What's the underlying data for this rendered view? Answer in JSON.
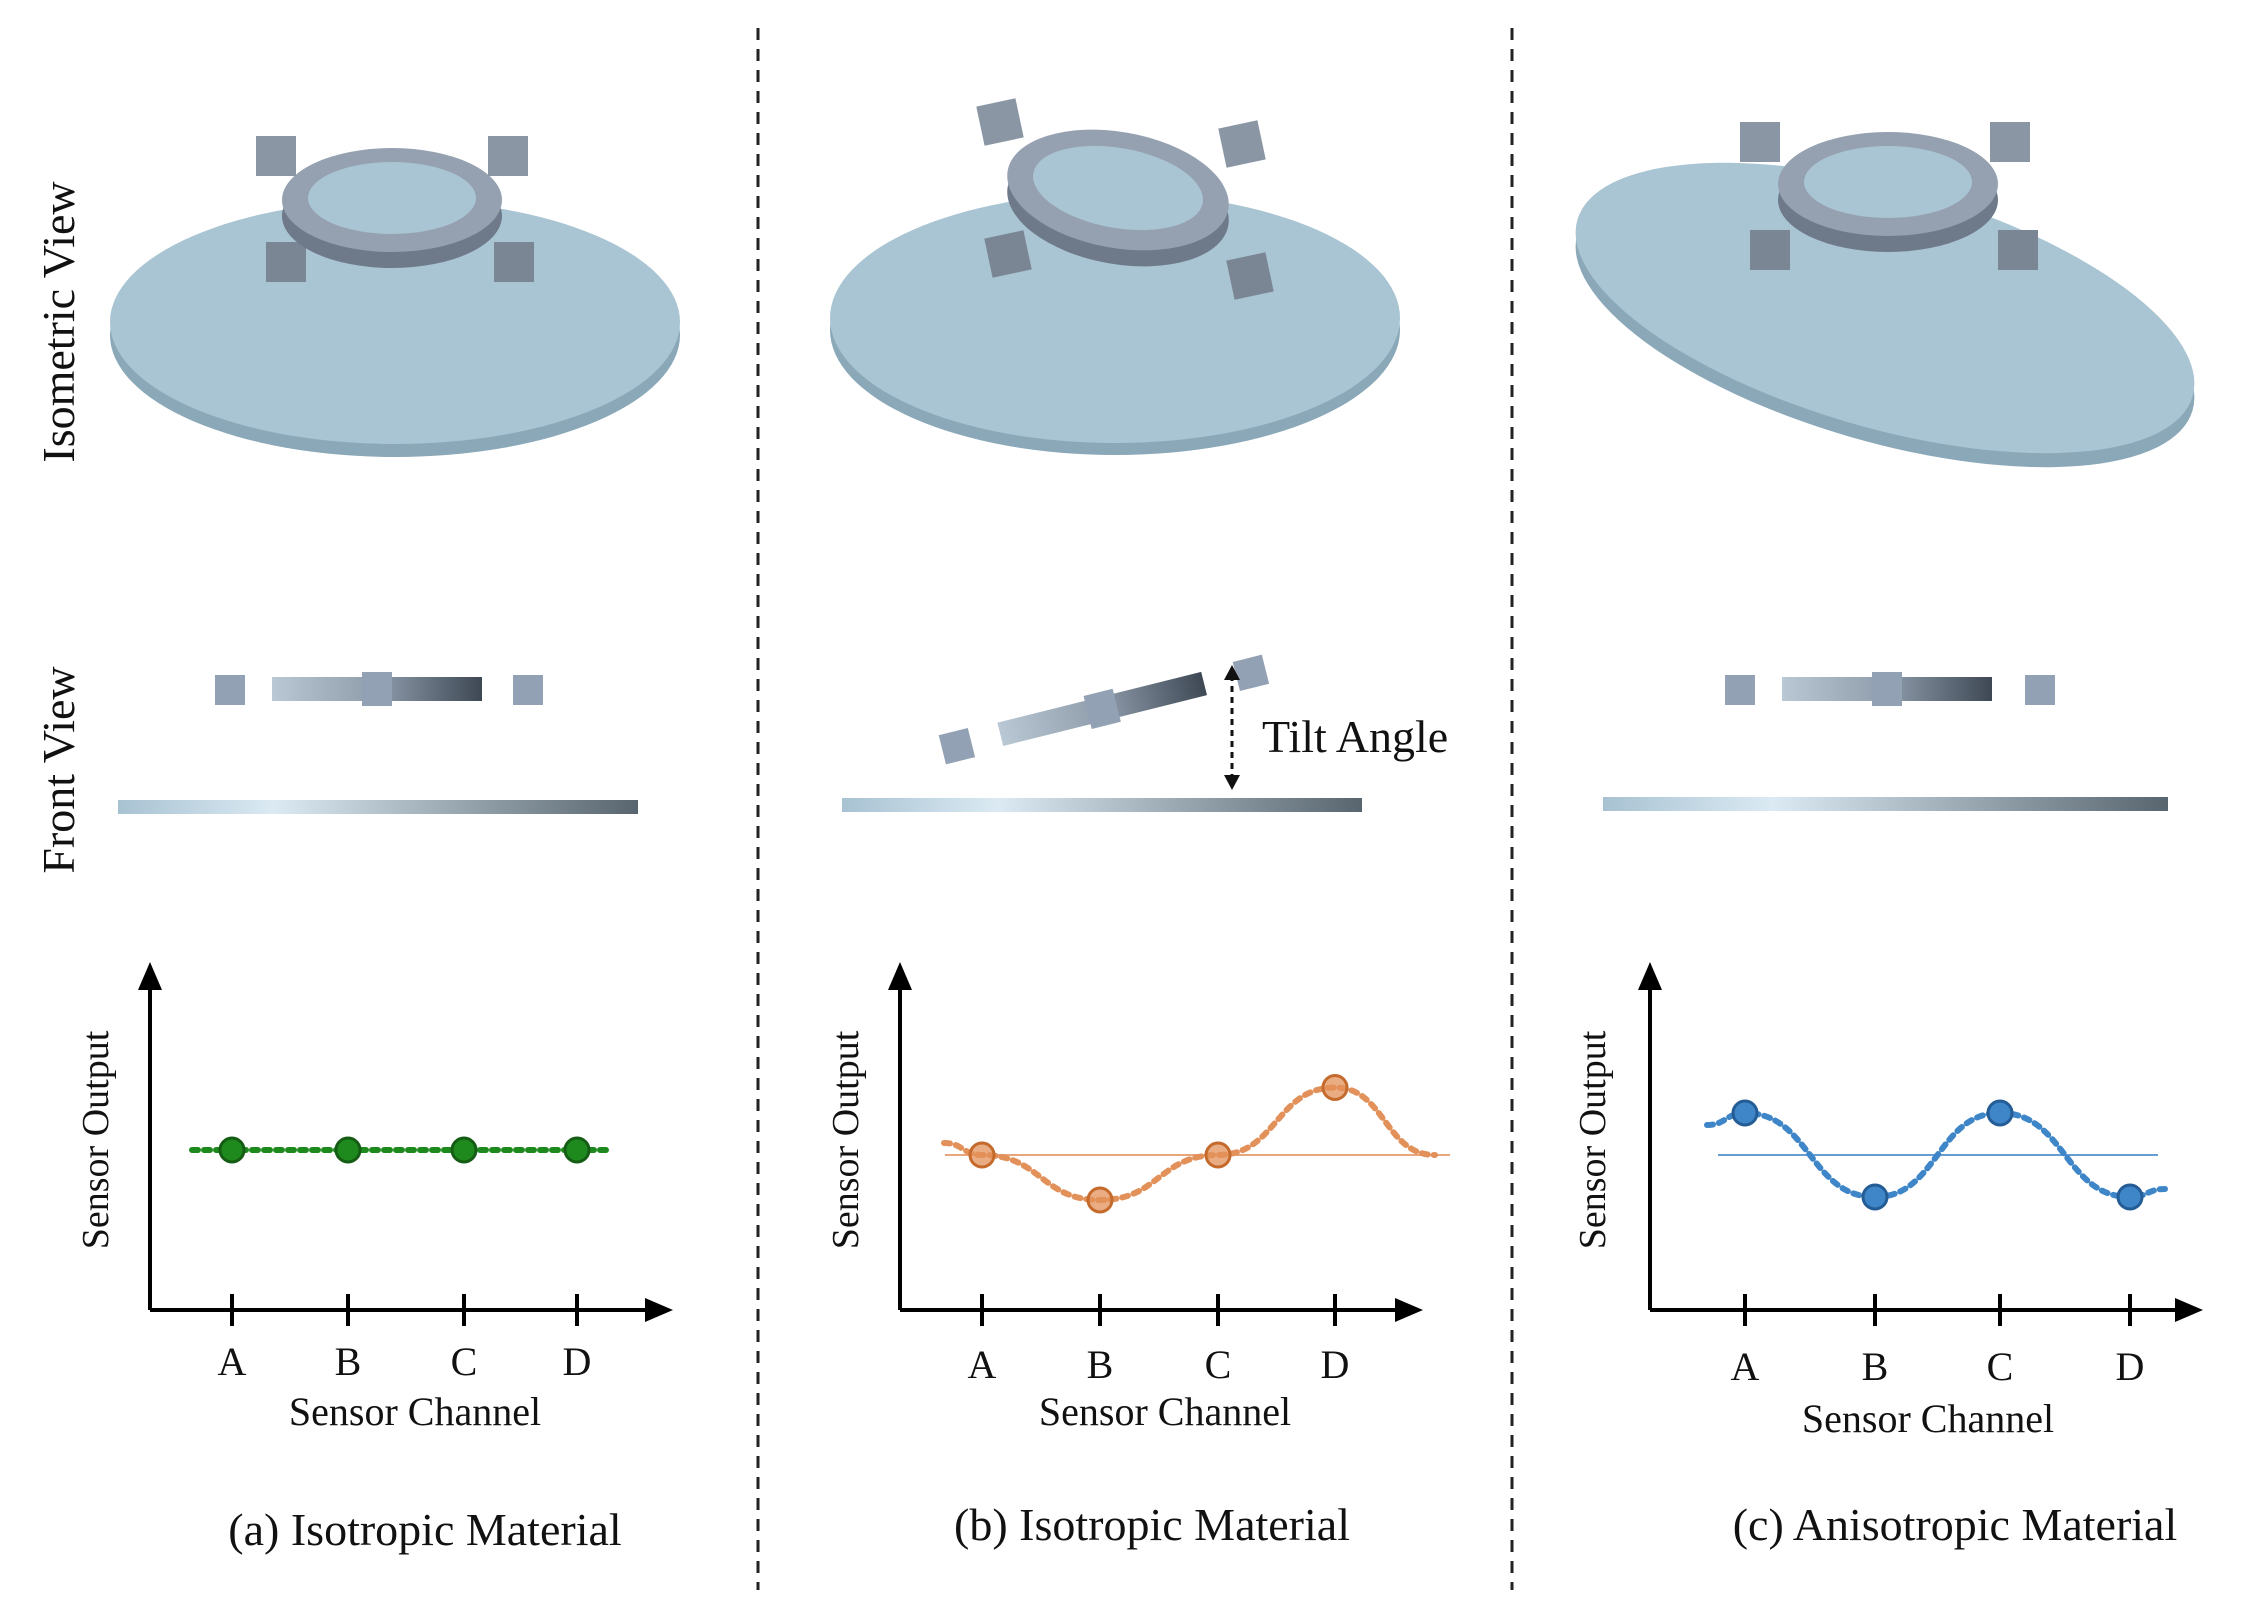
{
  "row_labels": {
    "isometric": "Isometric View",
    "front": "Front View"
  },
  "tilt_label": "Tilt Angle",
  "axis": {
    "ylabel": "Sensor Output",
    "xlabel": "Sensor Channel"
  },
  "colors": {
    "plate": "#a9c4d2",
    "ring": "#8e9aaa",
    "panel_a": "#1e8a1e",
    "panel_b": "#e3915a",
    "panel_c": "#3f86c8"
  },
  "panels": [
    {
      "caption": "(a) Isotropic Material",
      "material": "Isotropic",
      "tilted": false,
      "channels": [
        "A",
        "B",
        "C",
        "D"
      ],
      "levels": [
        0,
        0,
        0,
        0
      ]
    },
    {
      "caption": "(b) Isotropic Material",
      "material": "Isotropic",
      "tilted": true,
      "channels": [
        "A",
        "B",
        "C",
        "D"
      ],
      "levels": [
        0,
        -1,
        0,
        1.5
      ]
    },
    {
      "caption": "(c) Anisotropic Material",
      "material": "Anisotropic",
      "tilted": false,
      "channels": [
        "A",
        "B",
        "C",
        "D"
      ],
      "levels": [
        1,
        -1,
        1,
        -1
      ]
    }
  ]
}
